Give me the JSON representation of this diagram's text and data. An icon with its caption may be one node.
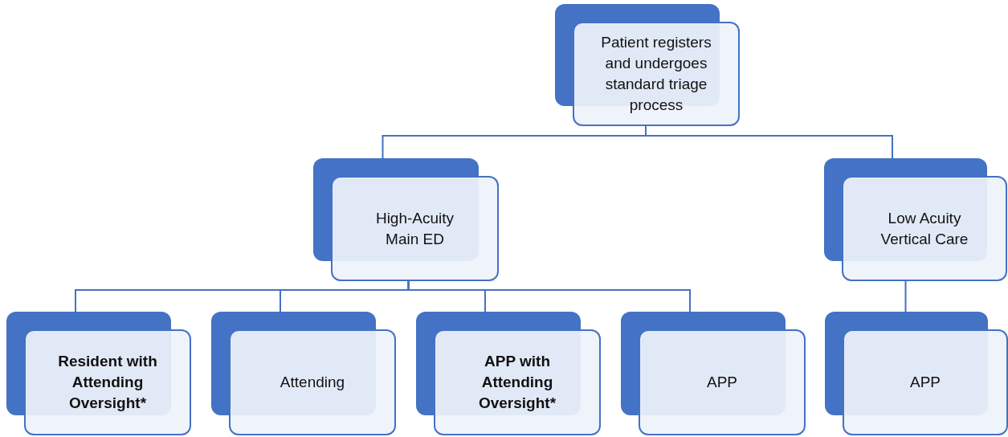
{
  "diagram": {
    "nodes": [
      {
        "text": [
          "Patient registers and undergoes standard triage process"
        ]
      },
      {
        "text": [
          "High-Acuity Main ED"
        ]
      },
      {
        "text": [
          "Low Acuity Vertical Care"
        ]
      },
      {
        "text": [
          "Resident with Attending Oversight*"
        ]
      },
      {
        "text": [
          "Attending"
        ]
      },
      {
        "text": [
          "APP with Attending Oversight*"
        ]
      },
      {
        "text": [
          "APP"
        ]
      },
      {
        "text": [
          "APP"
        ]
      }
    ],
    "edges": [
      {
        "from": 0,
        "to": 1,
        "arrow": "none"
      },
      {
        "from": 0,
        "to": 2,
        "arrow": "none"
      },
      {
        "from": 1,
        "to": 3,
        "arrow": "none"
      },
      {
        "from": 1,
        "to": 4,
        "arrow": "none"
      },
      {
        "from": 1,
        "to": 5,
        "arrow": "none"
      },
      {
        "from": 1,
        "to": 6,
        "arrow": "none"
      },
      {
        "from": 2,
        "to": 7,
        "arrow": "none"
      }
    ]
  }
}
